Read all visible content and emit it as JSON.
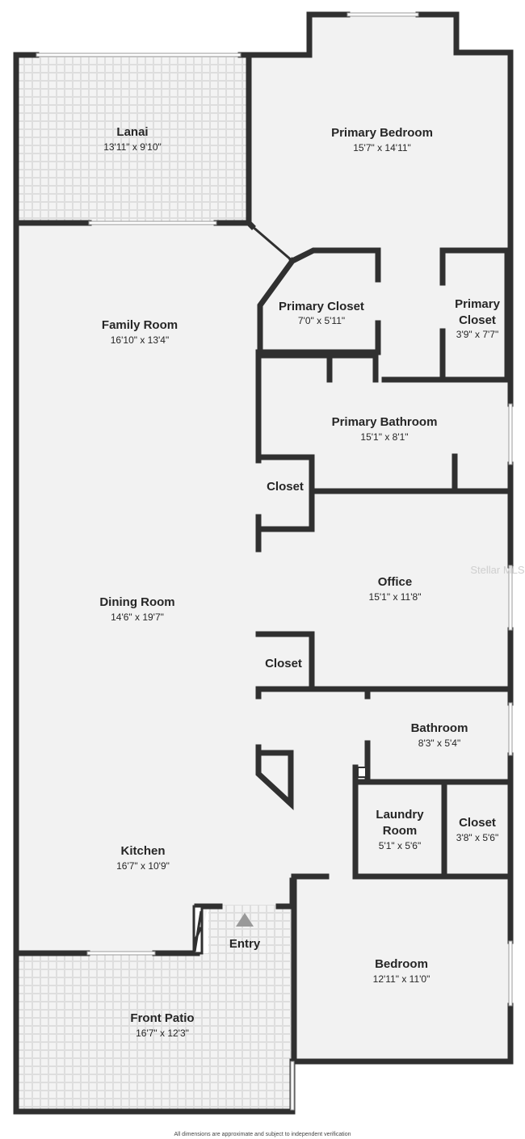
{
  "rooms": {
    "lanai": {
      "name": "Lanai",
      "dims": "13'11\" x 9'10\""
    },
    "primary_bedroom": {
      "name": "Primary Bedroom",
      "dims": "15'7\" x 14'11\""
    },
    "family_room": {
      "name": "Family Room",
      "dims": "16'10\" x 13'4\""
    },
    "primary_closet_1": {
      "name": "Primary Closet",
      "dims": "7'0\" x 5'11\""
    },
    "primary_closet_2": {
      "name_line1": "Primary",
      "name_line2": "Closet",
      "dims": "3'9\" x 7'7\""
    },
    "primary_bathroom": {
      "name": "Primary Bathroom",
      "dims": "15'1\" x 8'1\""
    },
    "closet_1": {
      "name": "Closet"
    },
    "office": {
      "name": "Office",
      "dims": "15'1\" x 11'8\""
    },
    "dining_room": {
      "name": "Dining Room",
      "dims": "14'6\" x 19'7\""
    },
    "closet_2": {
      "name": "Closet"
    },
    "bathroom": {
      "name": "Bathroom",
      "dims": "8'3\" x 5'4\""
    },
    "laundry_room": {
      "name_line1": "Laundry",
      "name_line2": "Room",
      "dims": "5'1\" x 5'6\""
    },
    "closet_3": {
      "name": "Closet",
      "dims": "3'8\" x 5'6\""
    },
    "kitchen": {
      "name": "Kitchen",
      "dims": "16'7\" x 10'9\""
    },
    "entry": {
      "name": "Entry"
    },
    "bedroom": {
      "name": "Bedroom",
      "dims": "12'11\" x 11'0\""
    },
    "front_patio": {
      "name": "Front Patio",
      "dims": "16'7\" x 12'3\""
    }
  },
  "watermark": "Stellar MLS",
  "footer_note": "All dimensions are approximate and subject to independent verification",
  "colors": {
    "wall": "#303030",
    "floor": "#f2f2f2",
    "patio": "#ebebeb",
    "text": "#262626"
  }
}
